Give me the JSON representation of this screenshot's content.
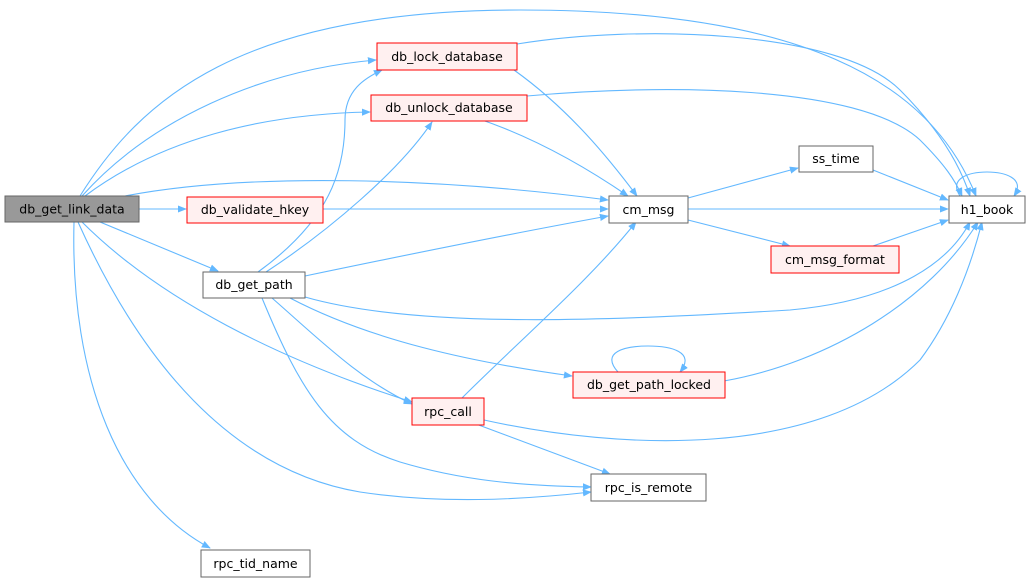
{
  "colors": {
    "edge": "#63b8ff",
    "root_fill": "#999999",
    "root_stroke": "#666666",
    "node_fill": "#ffffff",
    "node_stroke": "#666666",
    "red_fill": "#fff0f0",
    "red_stroke": "#ff0000"
  },
  "nodes": {
    "root": {
      "label": "db_get_link_data",
      "style": "root"
    },
    "lock": {
      "label": "db_lock_database",
      "style": "red"
    },
    "unlock": {
      "label": "db_unlock_database",
      "style": "red"
    },
    "validate": {
      "label": "db_validate_hkey",
      "style": "red"
    },
    "getpath": {
      "label": "db_get_path",
      "style": "plain"
    },
    "rpccall": {
      "label": "rpc_call",
      "style": "red"
    },
    "isremote": {
      "label": "rpc_is_remote",
      "style": "plain"
    },
    "tid": {
      "label": "rpc_tid_name",
      "style": "plain"
    },
    "cmmsg": {
      "label": "cm_msg",
      "style": "plain"
    },
    "sstime": {
      "label": "ss_time",
      "style": "plain"
    },
    "cmfmt": {
      "label": "cm_msg_format",
      "style": "red"
    },
    "locked": {
      "label": "db_get_path_locked",
      "style": "red"
    },
    "h1": {
      "label": "h1_book",
      "style": "plain"
    }
  }
}
